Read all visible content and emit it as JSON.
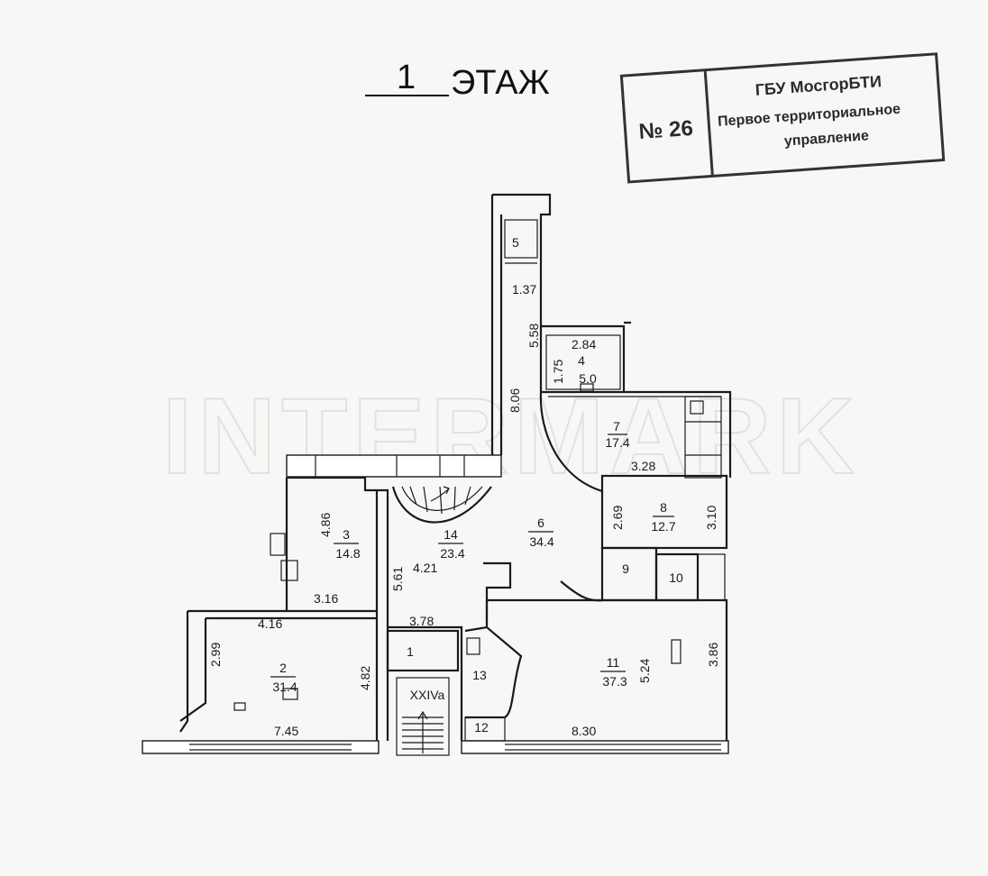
{
  "title": {
    "number": "1",
    "word": "ЭТАЖ"
  },
  "stamp": {
    "number": "№ 26",
    "org": "ГБУ МосгорБТИ",
    "line2": "Первое территориальное",
    "line3": "управление"
  },
  "watermark": "INTERMARK",
  "rooms": {
    "r1": {
      "num": "1"
    },
    "r2": {
      "num": "2",
      "area": "31.4"
    },
    "r3": {
      "num": "3",
      "area": "14.8"
    },
    "r4": {
      "num": "4",
      "area": "5.0"
    },
    "r5": {
      "num": "5"
    },
    "r6": {
      "num": "6",
      "area": "34.4"
    },
    "r7": {
      "num": "7",
      "area": "17.4"
    },
    "r8": {
      "num": "8",
      "area": "12.7"
    },
    "r9": {
      "num": "9"
    },
    "r10": {
      "num": "10"
    },
    "r11": {
      "num": "11",
      "area": "37.3"
    },
    "r12": {
      "num": "12"
    },
    "r13": {
      "num": "13"
    },
    "r14": {
      "num": "14",
      "area": "23.4"
    },
    "stair": {
      "num": "XXIVa"
    }
  },
  "dims": {
    "d137": "1.37",
    "d558": "5.58",
    "d806": "8.06",
    "d284": "2.84",
    "d175": "1.75",
    "d328": "3.28",
    "d486": "4.86",
    "d269": "2.69",
    "d310": "3.10",
    "d561": "5.61",
    "d421": "4.21",
    "d316": "3.16",
    "d416": "4.16",
    "d378": "3.78",
    "d299": "2.99",
    "d482": "4.82",
    "d524": "5.24",
    "d386": "3.86",
    "d745": "7.45",
    "d830": "8.30"
  }
}
